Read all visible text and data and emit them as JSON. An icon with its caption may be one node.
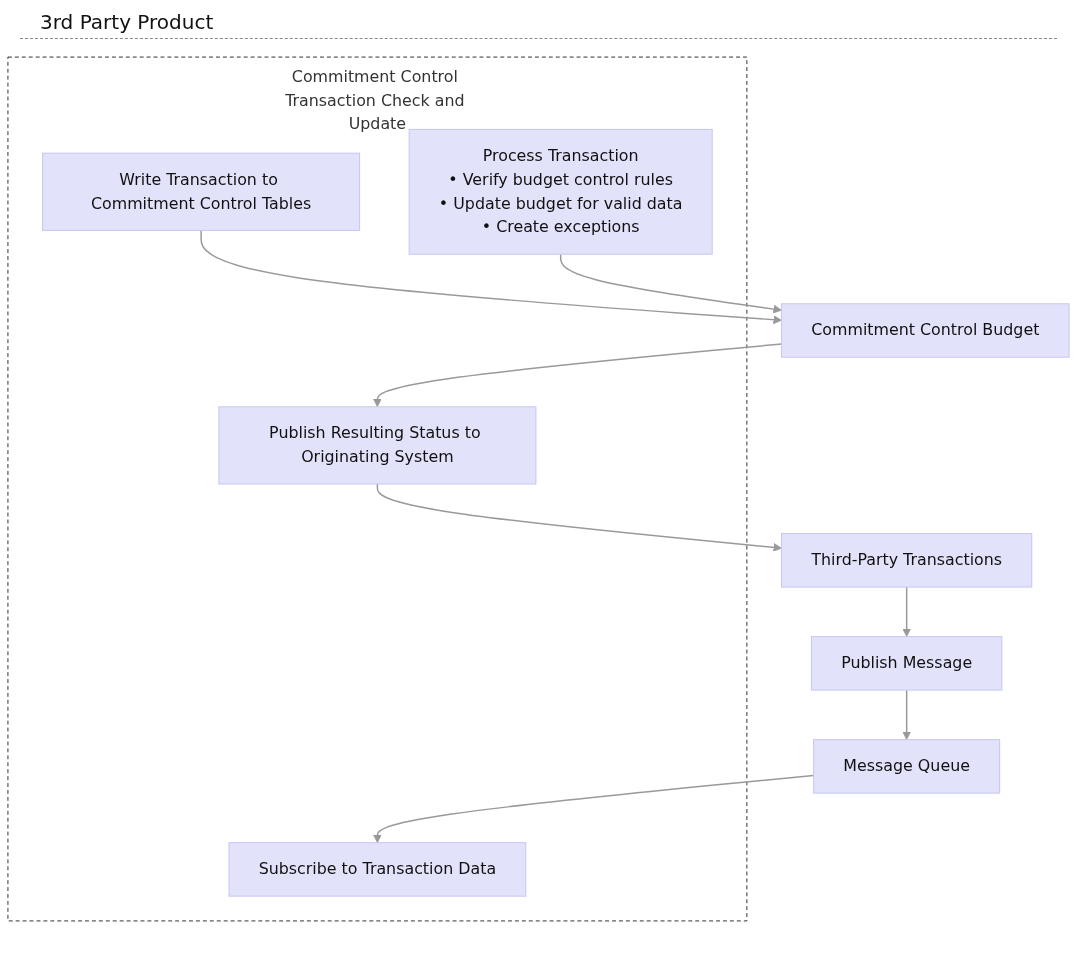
{
  "diagram": {
    "nodes": [
      {
        "text": [
          "Third-Party Transactions"
        ]
      },
      {
        "text": [
          "Publish Message"
        ]
      },
      {
        "text": [
          "Commitment Control Transaction Check and Update"
        ]
      },
      {
        "text": [
          "Subscribe to Transaction Data"
        ],
        "in": 2
      },
      {
        "text": [
          "Message Queue"
        ]
      },
      {
        "text": [
          "Write Transaction to Commitment Control Tables"
        ],
        "in": 2
      },
      {
        "text": [
          "Process Transaction",
          "• Verify budget control rules",
          "• Update budget for valid data",
          "• Create exceptions"
        ],
        "in": 2
      },
      {
        "text": [
          "Commitment Control Budget"
        ]
      },
      {
        "text": [
          "Publish Resulting Status to Originating System"
        ],
        "in": 2
      }
    ],
    "edges": [
      {
        "from": 0,
        "to": 1,
        "arrow": "to"
      },
      {
        "from": 1,
        "to": 4,
        "arrow": "to"
      },
      {
        "from": 4,
        "to": 3,
        "arrow": "to"
      },
      {
        "from": 5,
        "to": 7,
        "arrow": "to"
      },
      {
        "from": 6,
        "to": 7,
        "arrow": "to"
      },
      {
        "from": 7,
        "to": 8,
        "arrow": "to"
      },
      {
        "from": 8,
        "to": 0,
        "arrow": "to"
      }
    ],
    "labels": [
      "3rd Party Product"
    ]
  }
}
